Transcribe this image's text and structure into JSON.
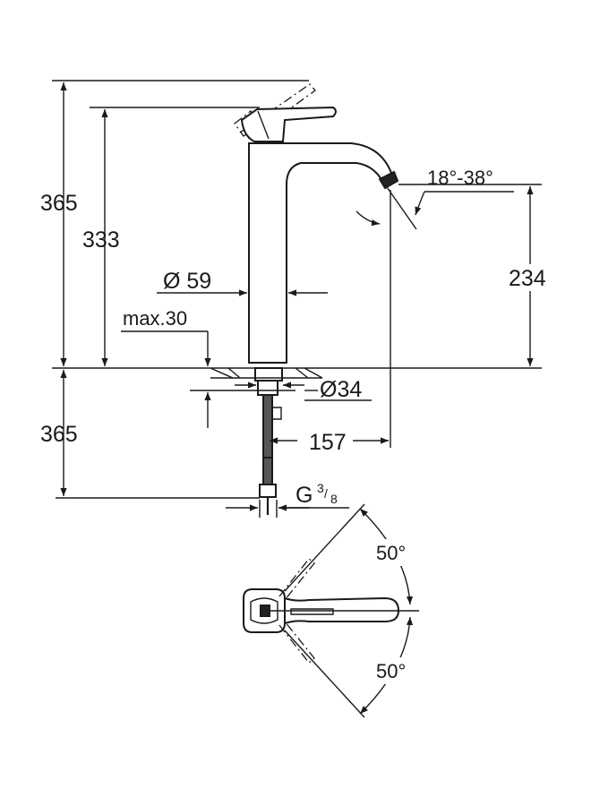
{
  "dimensions": {
    "total_height": "365",
    "handle_height": "333",
    "spout_diameter": "Ø 59",
    "max_thickness": "max.30",
    "hole_diameter": "Ø34",
    "under_length": "365",
    "reach": "157",
    "outlet_height": "234",
    "spray_angle": "18°-38°",
    "thread": "G",
    "thread_num": "3",
    "thread_den": "8",
    "handle_angle_top": "50°",
    "handle_angle_bottom": "50°"
  }
}
